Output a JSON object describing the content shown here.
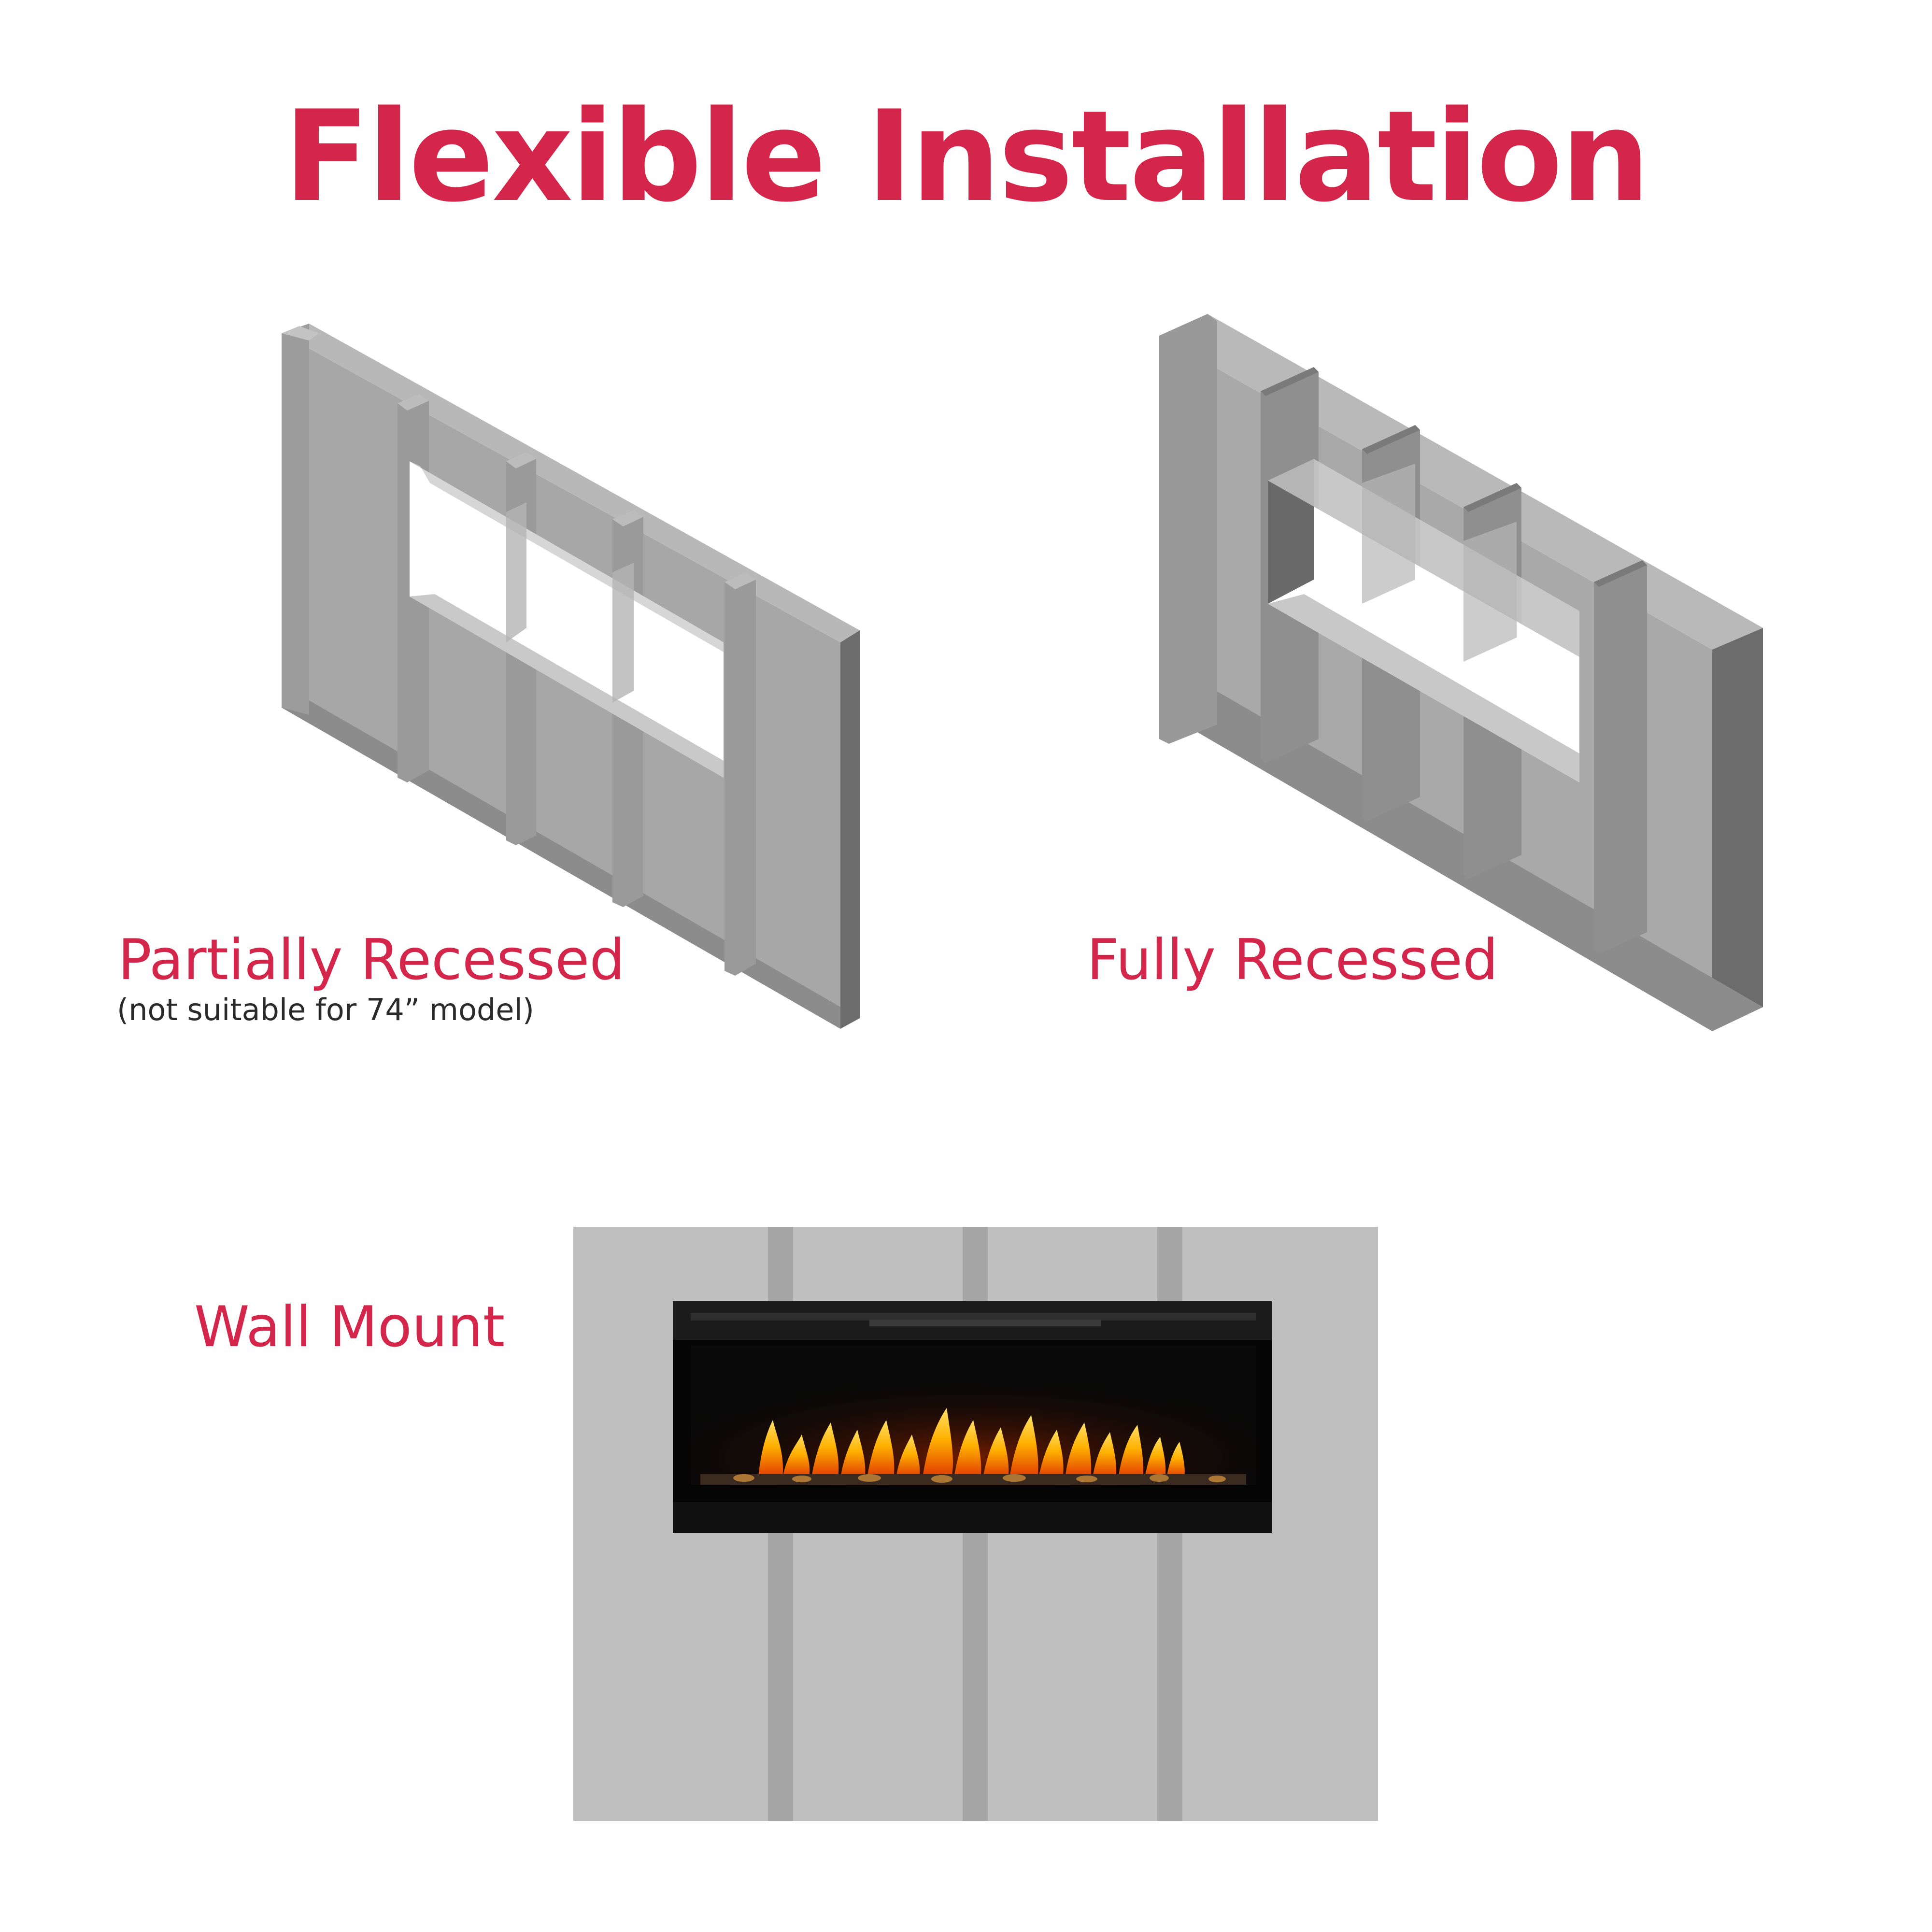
{
  "page": {
    "title": "Flexible Installation",
    "accent_color": "#d4264a",
    "note_color": "#2a2a2a"
  },
  "options": [
    {
      "id": "partial",
      "label": "Partially Recessed",
      "note": "(not suitable for 74” model)"
    },
    {
      "id": "fully",
      "label": "Fully Recessed"
    },
    {
      "id": "wall",
      "label": "Wall Mount"
    }
  ],
  "illustrations": {
    "partially_recessed": "framed wall with rectangular opening",
    "fully_recessed": "framed wall with deep rectangular opening",
    "wall_mount": "linear electric fireplace on wall"
  }
}
